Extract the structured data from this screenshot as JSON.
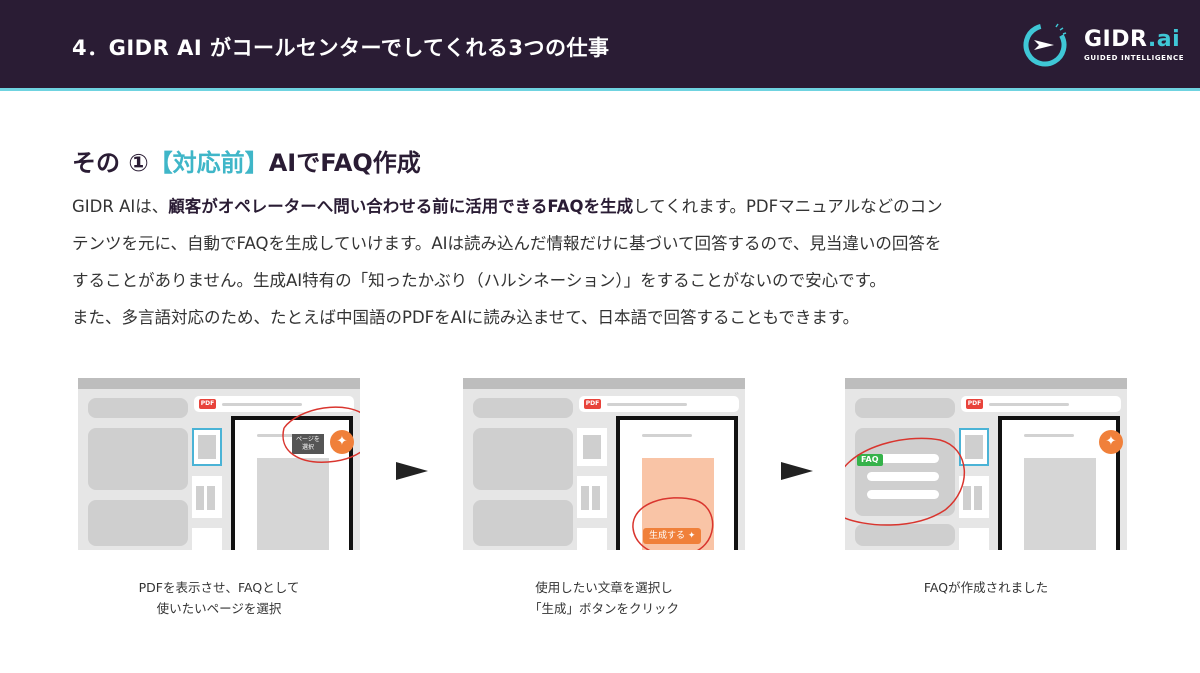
{
  "header": {
    "title": "4．GIDR AI がコールセンターでしてくれる3つの仕事",
    "logo_name_main": "GIDR",
    "logo_name_dot": ".ai",
    "logo_tagline": "GUIDED INTELLIGENCE"
  },
  "section": {
    "title_prefix": "その ①",
    "title_accent": "【対応前】",
    "title_suffix": "AIでFAQ作成"
  },
  "body": {
    "line1_pre": "GIDR AIは、",
    "line1_bold": "顧客がオペレーターへ問い合わせる前に活用できるFAQを生成",
    "line1_post": "してくれます。PDFマニュアルなどのコン",
    "line2": "テンツを元に、自動でFAQを生成していけます。AIは読み込んだ情報だけに基づいて回答するので、見当違いの回答を",
    "line3": "することがありません。生成AI特有の「知ったかぶり（ハルシネーション）」をすることがないので安心です。",
    "line4": "また、多言語対応のため、たとえば中国語のPDFをAIに読み込ませて、日本語で回答することもできます。"
  },
  "steps": [
    {
      "caption_line1": "PDFを表示させ、FAQとして",
      "caption_line2": "使いたいページを選択",
      "pdf_label": "PDF",
      "tooltip": "ページを選択"
    },
    {
      "caption_line1": "使用したい文章を選択し",
      "caption_line2": "「生成」ボタンをクリック",
      "pdf_label": "PDF",
      "button": "生成する ✦"
    },
    {
      "caption_line1": "FAQが作成されました",
      "caption_line2": "",
      "pdf_label": "PDF",
      "faq_label": "FAQ"
    }
  ],
  "colors": {
    "header_bg": "#2a1c34",
    "accent": "#3fb6c8",
    "orange": "#f0803a",
    "circle_red": "#d9352e",
    "faq_green": "#35b24a"
  },
  "icons": [
    "logo-mark-icon",
    "sparkle-icon",
    "arrow-right-icon"
  ]
}
